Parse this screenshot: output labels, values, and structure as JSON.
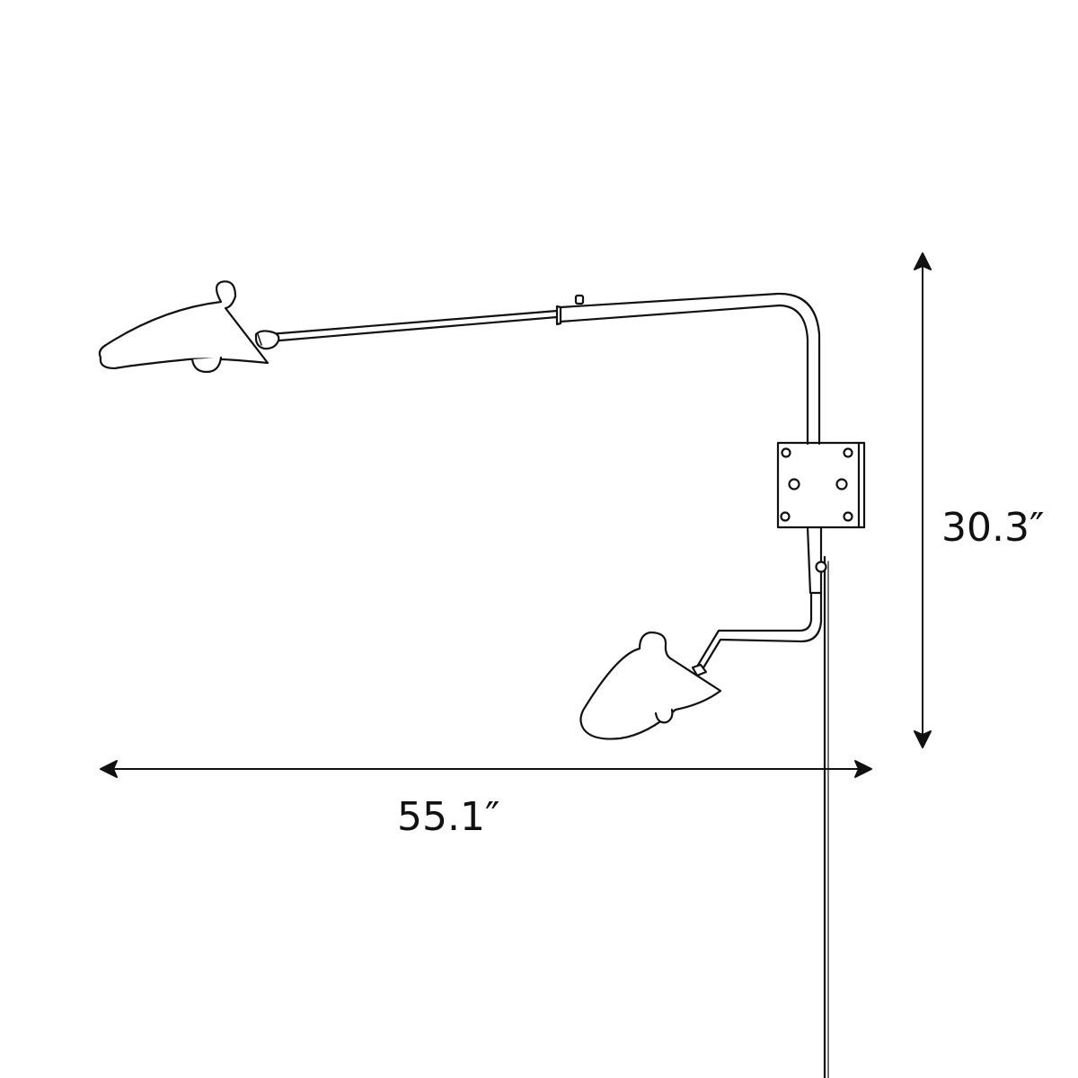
{
  "diagram": {
    "subject": "wall-lamp-dimension-drawing",
    "dimensions": {
      "width_label": "55.1″",
      "height_label": "30.3″"
    },
    "colors": {
      "line": "#111111",
      "background": "#ffffff",
      "fill": "#ffffff"
    }
  }
}
